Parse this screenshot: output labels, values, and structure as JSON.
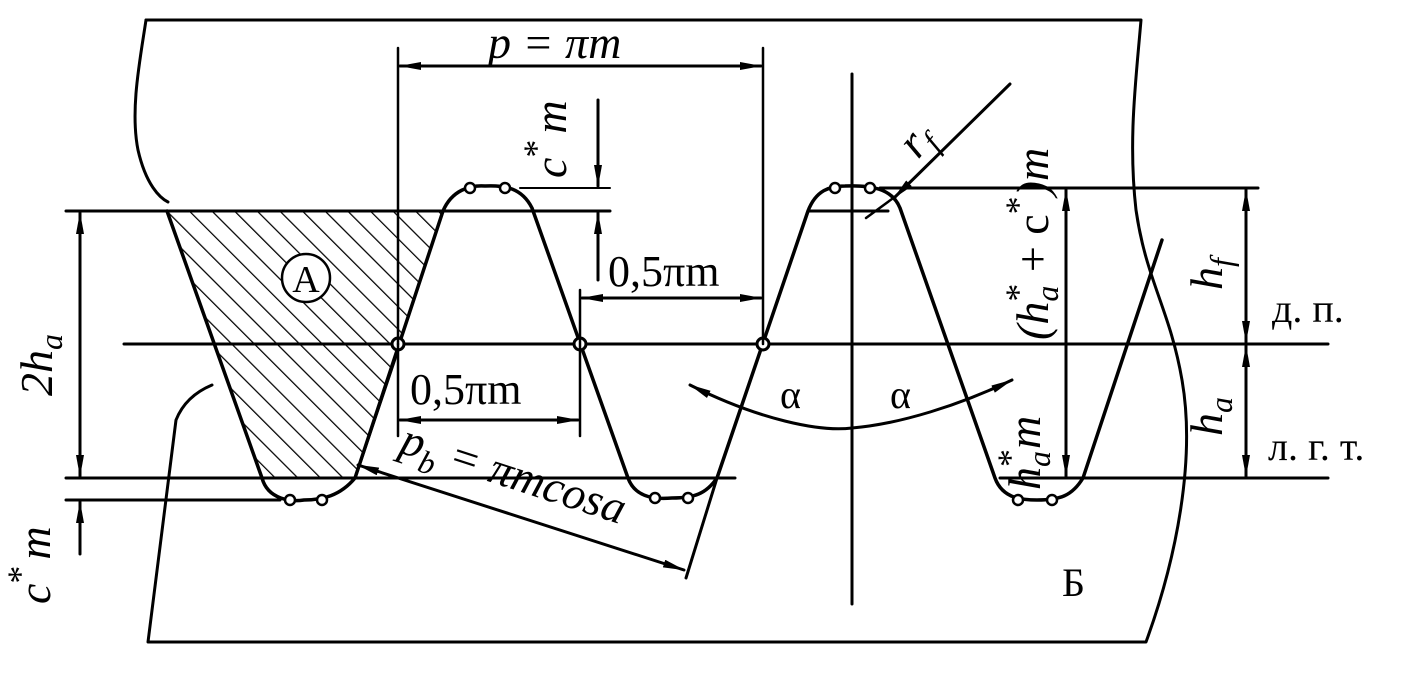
{
  "figure": {
    "labels": {
      "pitch": "p = πm",
      "half_pitch_top": "0,5πm",
      "half_pitch_bottom": "0,5πm",
      "base_pitch_main": "p",
      "base_pitch_sub": "b",
      "base_pitch_rest": " = πmcosa",
      "region_a": "А",
      "region_b": "Б",
      "pitch_line": "д. п.",
      "tool_line": "л. г. т.",
      "alpha_left": "α",
      "alpha_right": "α",
      "clearance_left": "c",
      "clearance_top": "c",
      "clearance_m": "m",
      "star": "*",
      "addendum_twice_main": "2h",
      "addendum_twice_sub": "a",
      "dedendum_main": "h",
      "dedendum_sub": "f",
      "addendum_main": "h",
      "addendum_sub": "a",
      "addendum_coef_main": "h",
      "addendum_coef_sub": "a",
      "addendum_coef_m": "m",
      "full_depth_open": "(h",
      "full_depth_sub": "a",
      "full_depth_plus": " + c",
      "full_depth_close": ")m",
      "fillet_main": "r",
      "fillet_sub": "f"
    }
  }
}
